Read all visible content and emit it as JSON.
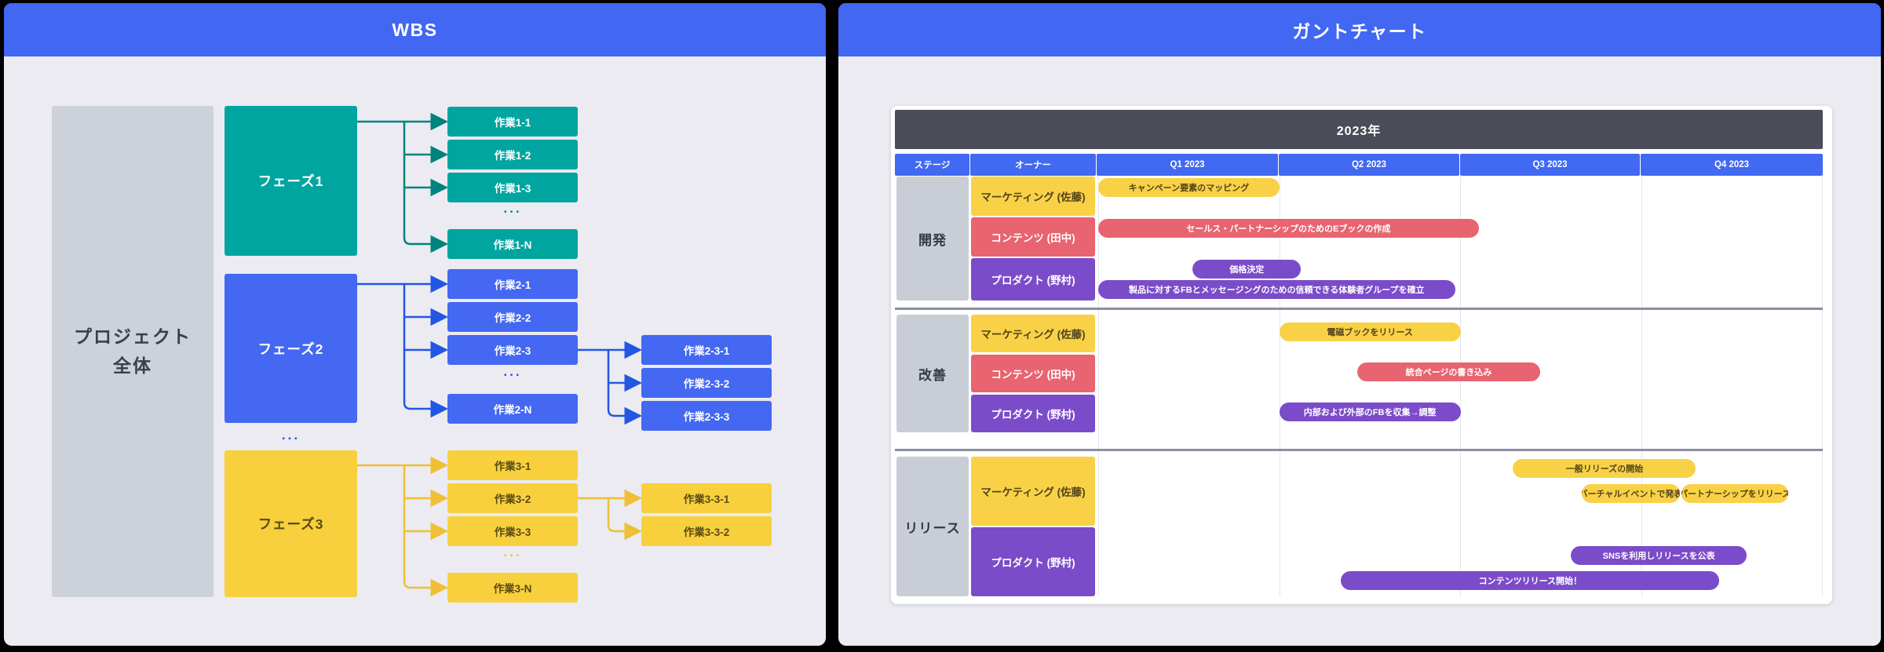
{
  "left_panel": {
    "title": "WBS",
    "root_lines": [
      "プロジェクト",
      "全体"
    ],
    "ellipsis": "...",
    "phases": [
      {
        "label": "フェーズ1",
        "color": "#00A5A0",
        "tasks": [
          "作業1-1",
          "作業1-2",
          "作業1-3",
          "作業1-N"
        ]
      },
      {
        "label": "フェーズ2",
        "color": "#4468F2",
        "tasks": [
          "作業2-1",
          "作業2-2",
          "作業2-3",
          "作業2-N"
        ],
        "subtasks": [
          "作業2-3-1",
          "作業2-3-2",
          "作業2-3-3"
        ]
      },
      {
        "label": "フェーズ3",
        "color": "#F8D03D",
        "tasks": [
          "作業3-1",
          "作業3-2",
          "作業3-3",
          "作業3-N"
        ],
        "subtasks": [
          "作業3-3-1",
          "作業3-3-2"
        ]
      }
    ]
  },
  "right_panel": {
    "title": "ガントチャート"
  },
  "palette": {
    "yellow": "#F8D147",
    "red": "#E86470",
    "purple": "#7B4CC9",
    "teal": "#00A5A0",
    "blue": "#4468F2",
    "header_blue": "#4169F1",
    "year_bar": "#4B4E58",
    "stage_gray": "#C9CDD6",
    "panel_bg": "#EBEBF1"
  },
  "palette_text": {
    "yellow": "#54431B",
    "red": "#FFFFFF",
    "purple": "#FFFFFF"
  },
  "chart_data": {
    "type": "gantt",
    "year": "2023年",
    "columns": [
      "ステージ",
      "オーナー",
      "Q1 2023",
      "Q2 2023",
      "Q3 2023",
      "Q4 2023"
    ],
    "time_axis": {
      "unit": "quarter",
      "range": [
        "Q1 2023",
        "Q4 2023"
      ]
    },
    "sections": [
      {
        "stage": "開発",
        "owners": [
          {
            "label": "マーケティング (佐藤)",
            "color": "yellow"
          },
          {
            "label": "コンテンツ (田中)",
            "color": "red"
          },
          {
            "label": "プロダクト (野村)",
            "color": "purple"
          }
        ],
        "bars": [
          {
            "label": "キャンペーン要素のマッピング",
            "owner": "マーケティング (佐藤)",
            "color": "yellow",
            "lane": 0,
            "start": 0,
            "end": 1.0
          },
          {
            "label": "セールス・パートナーシップのためのEブックの作成",
            "owner": "コンテンツ (田中)",
            "color": "red",
            "lane": 1,
            "start": 0,
            "end": 2.1
          },
          {
            "label": "価格決定",
            "owner": "プロダクト (野村)",
            "color": "purple",
            "lane": 2,
            "start": 0.52,
            "end": 1.12
          },
          {
            "label": "製品に対するFBとメッセージングのための信頼できる体験者グループを確立",
            "owner": "プロダクト (野村)",
            "color": "purple",
            "lane": 3,
            "start": 0,
            "end": 1.97
          }
        ]
      },
      {
        "stage": "改善",
        "owners": [
          {
            "label": "マーケティング (佐藤)",
            "color": "yellow"
          },
          {
            "label": "コンテンツ (田中)",
            "color": "red"
          },
          {
            "label": "プロダクト (野村)",
            "color": "purple"
          }
        ],
        "bars": [
          {
            "label": "電磁ブックをリリース",
            "owner": "マーケティング (佐藤)",
            "color": "yellow",
            "lane": 0,
            "start": 1.0,
            "end": 2.0
          },
          {
            "label": "統合ページの書き込み",
            "owner": "コンテンツ (田中)",
            "color": "red",
            "lane": 1,
            "start": 1.43,
            "end": 2.44
          },
          {
            "label": "内部および外部のFBを収集→調整",
            "owner": "プロダクト (野村)",
            "color": "purple",
            "lane": 2,
            "start": 1.0,
            "end": 2.0
          }
        ]
      },
      {
        "stage": "リリース",
        "owners": [
          {
            "label": "マーケティング (佐藤)",
            "color": "yellow"
          },
          {
            "label": "プロダクト (野村)",
            "color": "purple"
          }
        ],
        "bars": [
          {
            "label": "一般リリーズの開始",
            "owner": "マーケティング (佐藤)",
            "color": "yellow",
            "lane": 0,
            "start": 2.29,
            "end": 3.3
          },
          {
            "label": "バーチャルイベントで発表",
            "owner": "マーケティング (佐藤)",
            "color": "yellow",
            "lane": 1,
            "start": 2.67,
            "end": 3.21
          },
          {
            "label": "パートナーシップをリリース",
            "owner": "マーケティング (佐藤)",
            "color": "yellow",
            "lane": 1,
            "start": 3.22,
            "end": 3.81
          },
          {
            "label": "SNSを利用しリリースを公表",
            "owner": "プロダクト (野村)",
            "color": "purple",
            "lane": 2,
            "start": 2.61,
            "end": 3.58
          },
          {
            "label": "コンテンツリリース開始！",
            "owner": "プロダクト (野村)",
            "color": "purple",
            "lane": 3,
            "start": 1.34,
            "end": 3.43
          }
        ]
      }
    ]
  }
}
